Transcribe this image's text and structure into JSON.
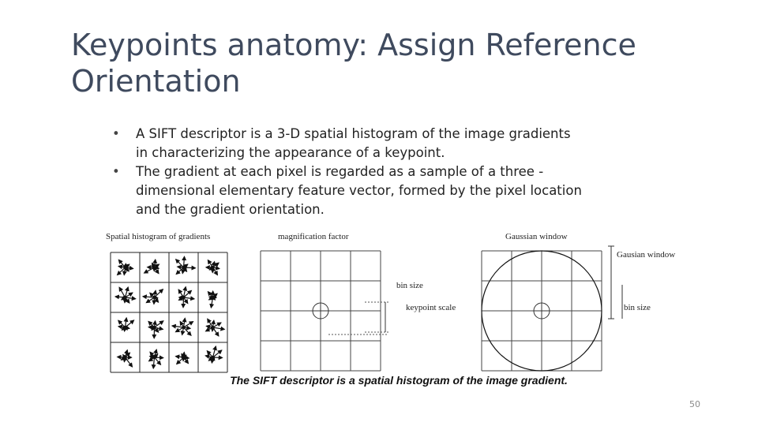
{
  "slide": {
    "title": "Keypoints anatomy: Assign Reference Orientation",
    "bullets": [
      "A SIFT descriptor is a 3-D spatial histogram of the image gradients in characterizing the appearance of a keypoint.",
      "The gradient at each pixel is regarded as a sample of a three -dimensional elementary feature vector, formed by the pixel location and the gradient orientation."
    ],
    "page_number": "50"
  },
  "figure": {
    "panel_labels": {
      "spatial_histogram": "Spatial histogram of gradients",
      "magnification": "magnification factor",
      "gaussian_window": "Gaussian window"
    },
    "annotations": {
      "bin_size_left": "bin size",
      "keypoint_scale": "keypoint scale",
      "gaussian_window_right": "Gausian window",
      "bin_size_right": "bin size"
    },
    "caption": "The SIFT descriptor is a spatial histogram of the image gradient.",
    "grid_rows": 4,
    "grid_cols": 4
  }
}
